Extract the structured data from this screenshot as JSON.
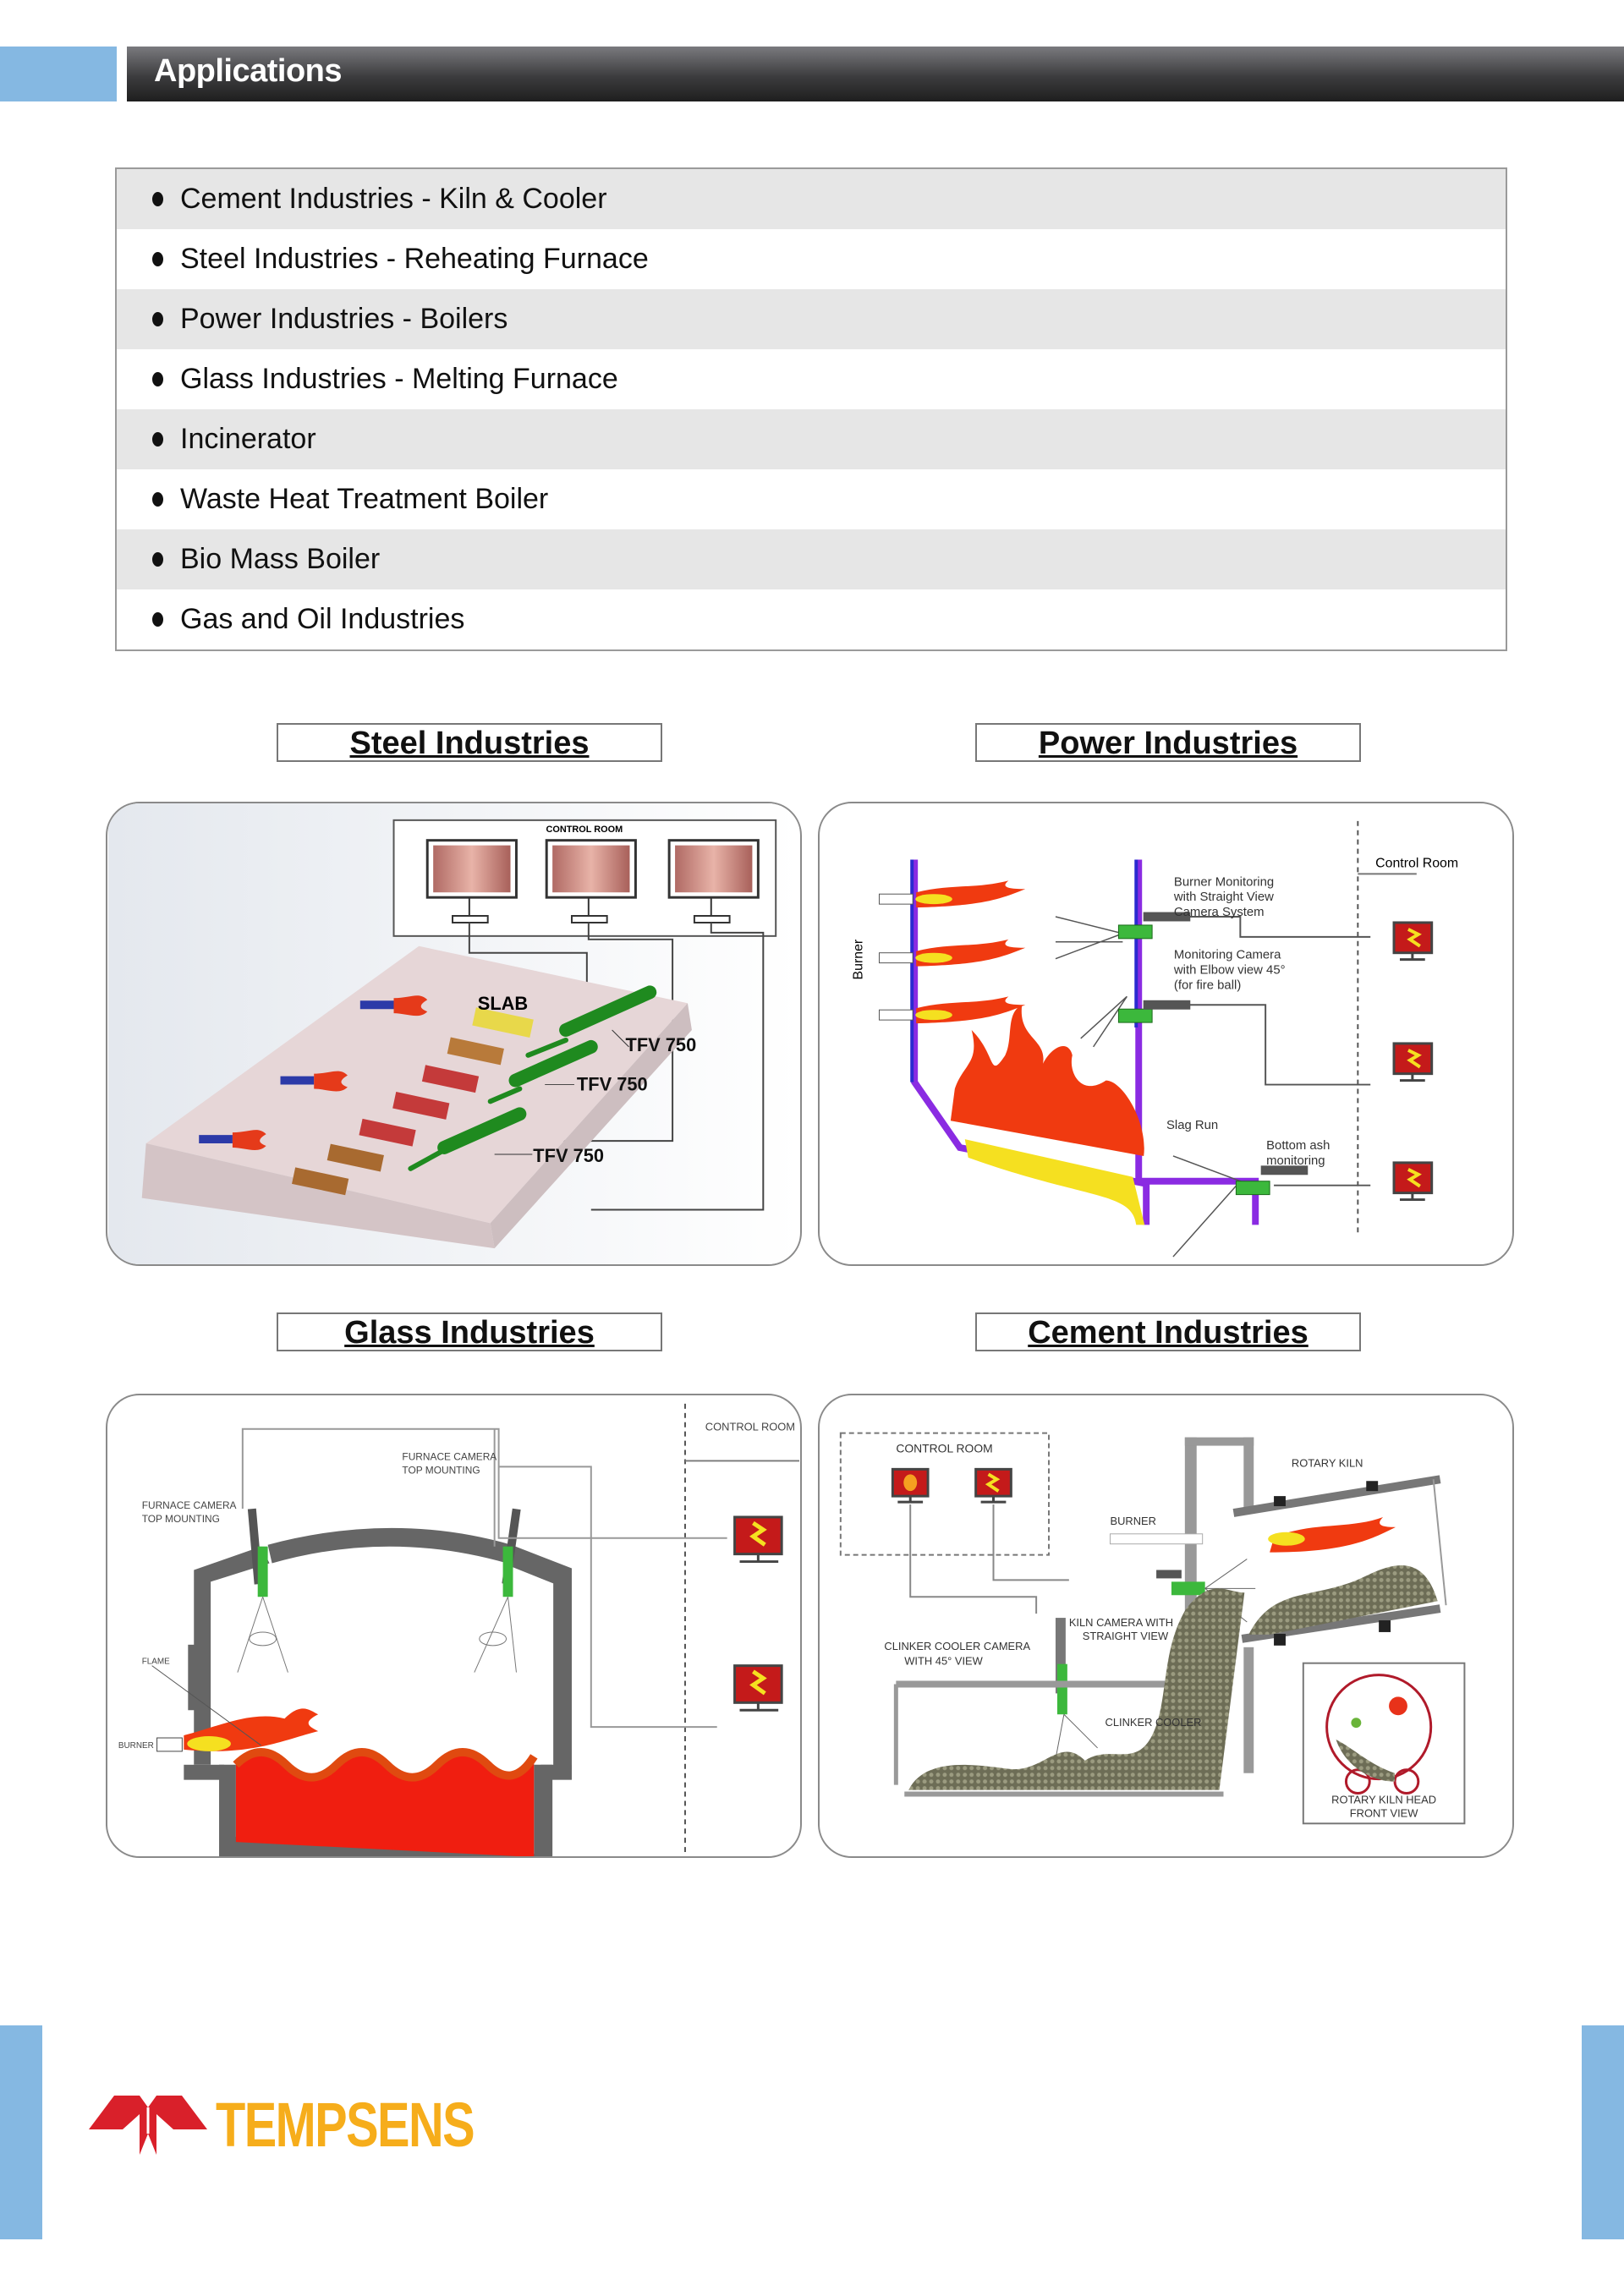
{
  "header": {
    "title": "Applications"
  },
  "applications": [
    "Cement Industries - Kiln & Cooler",
    "Steel Industries - Reheating Furnace",
    "Power Industries - Boilers",
    "Glass Industries - Melting Furnace",
    "Incinerator",
    "Waste Heat Treatment Boiler",
    "Bio Mass Boiler",
    "Gas and Oil Industries"
  ],
  "steel": {
    "title": "Steel Industries",
    "control_room": "CONTROL ROOM",
    "slab": "SLAB",
    "camera_labels": [
      "TFV 750",
      "TFV 750",
      "TFV 750"
    ]
  },
  "power": {
    "title": "Power Industries",
    "control_room": "Control Room",
    "burner": "Burner",
    "burner_monitoring": [
      "Burner Monitoring",
      "with Straight View",
      "Camera System"
    ],
    "monitoring_camera": [
      "Monitoring Camera",
      "with Elbow view 45°",
      "(for fire ball)"
    ],
    "slag_run": "Slag Run",
    "bottom_ash": [
      "Bottom ash",
      "monitoring"
    ]
  },
  "glass": {
    "title": "Glass Industries",
    "control_room": "CONTROL ROOM",
    "camera_left": [
      "FURNACE CAMERA",
      "TOP MOUNTING"
    ],
    "camera_right": [
      "FURNACE CAMERA",
      "TOP MOUNTING"
    ],
    "flame": "FLAME",
    "burner": "BURNER"
  },
  "cement": {
    "title": "Cement Industries",
    "control_room": "CONTROL ROOM",
    "rotary_kiln": "ROTARY KILN",
    "burner": "BURNER",
    "kiln_camera": [
      "KILN CAMERA WITH",
      "STRAIGHT VIEW"
    ],
    "clinker_camera": [
      "CLINKER COOLER CAMERA",
      "WITH 45° VIEW"
    ],
    "clinker_cooler": "CLINKER COOLER",
    "kiln_head": [
      "ROTARY KILN HEAD",
      "FRONT VIEW"
    ]
  },
  "footer": {
    "logo_text": "TEMPSENS"
  },
  "colors": {
    "accent_blue": "#85b8e2",
    "logo_red": "#d9202a",
    "logo_yellow": "#f6ad1b"
  }
}
